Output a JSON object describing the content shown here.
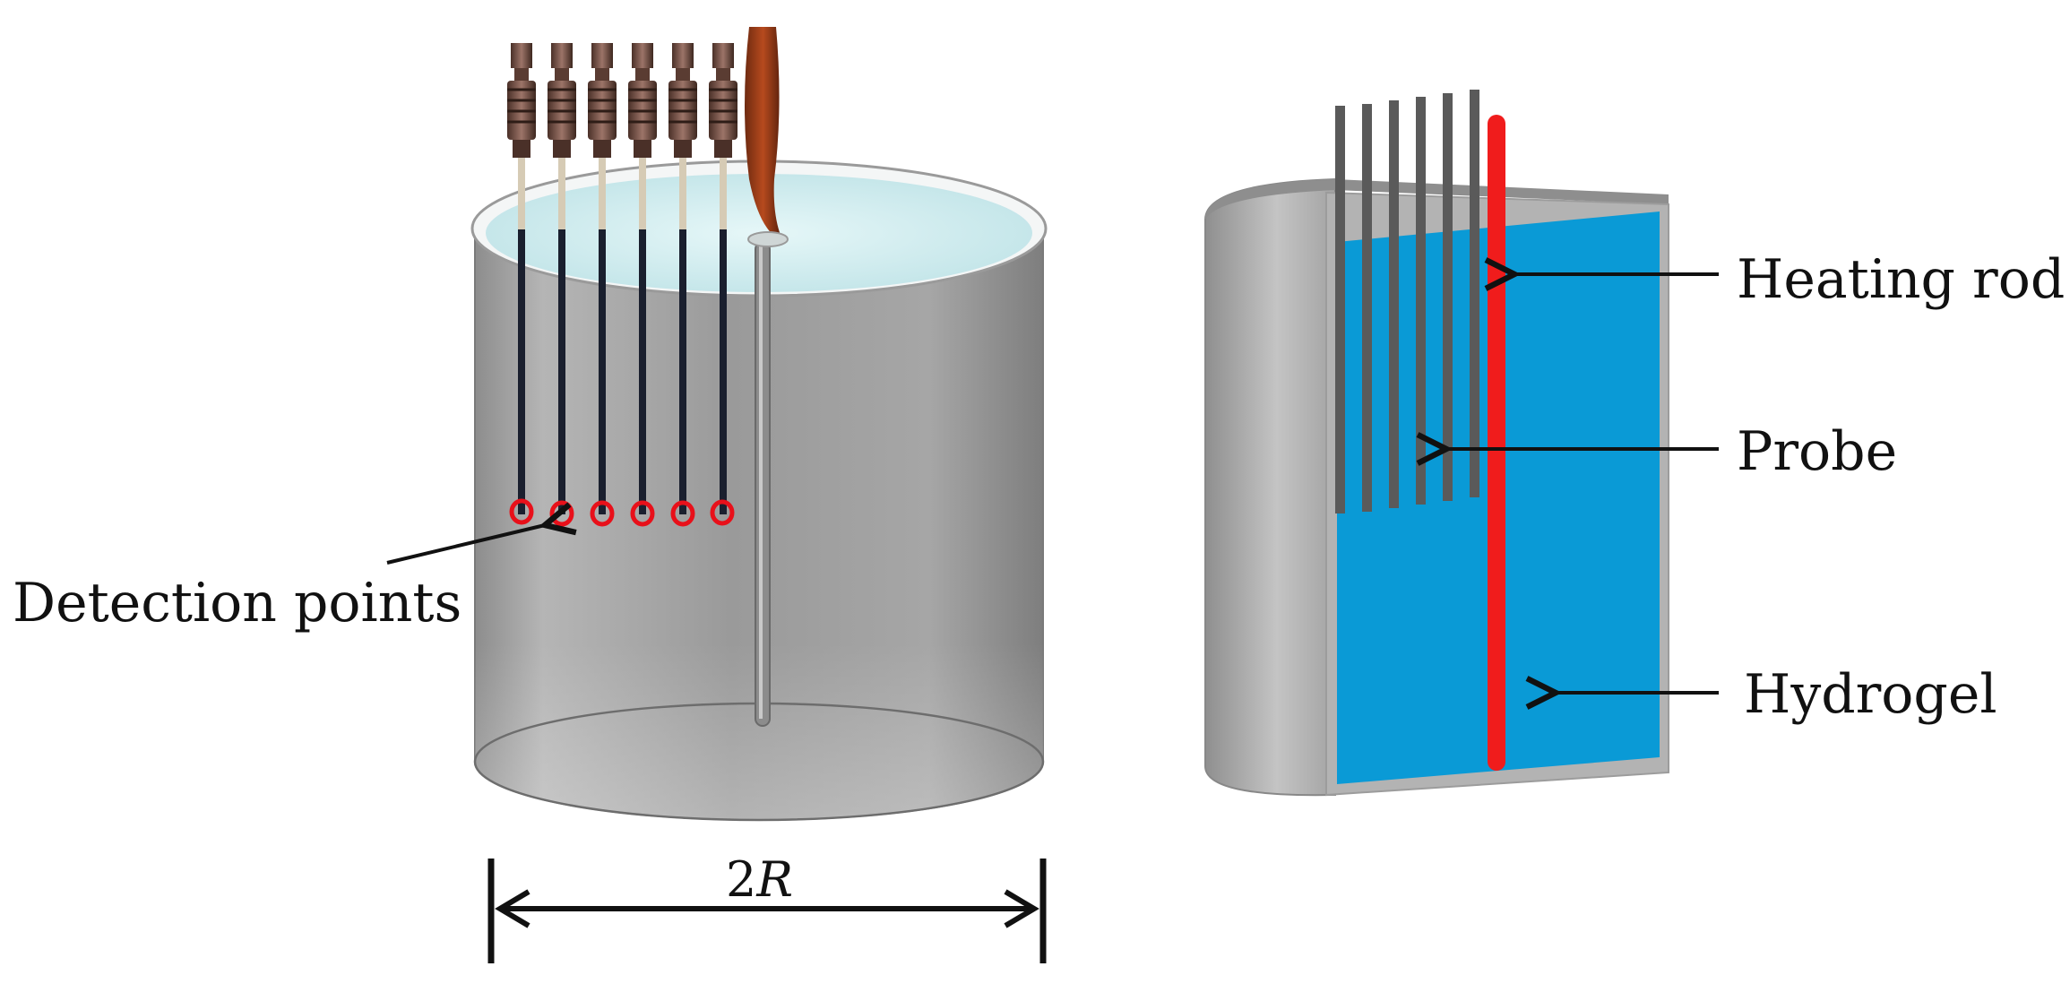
{
  "labels": {
    "detection_points": "Detection points",
    "heating_rod": "Heating rod",
    "probe": "Probe",
    "hydrogel": "Hydrogel",
    "dimension_prefix": "2",
    "dimension_var": "R"
  },
  "colors": {
    "hydrogel": "#0a9ad6",
    "heating_rod": "#f01c1c",
    "detection_marker": "#e8101a",
    "probe_gray": "#595959",
    "container_metal": "#a8a8a8",
    "water_surface": "#d9f2f4",
    "connector_copper": "#6e4b3f"
  },
  "probe_count": 6,
  "detection_point_count": 6
}
